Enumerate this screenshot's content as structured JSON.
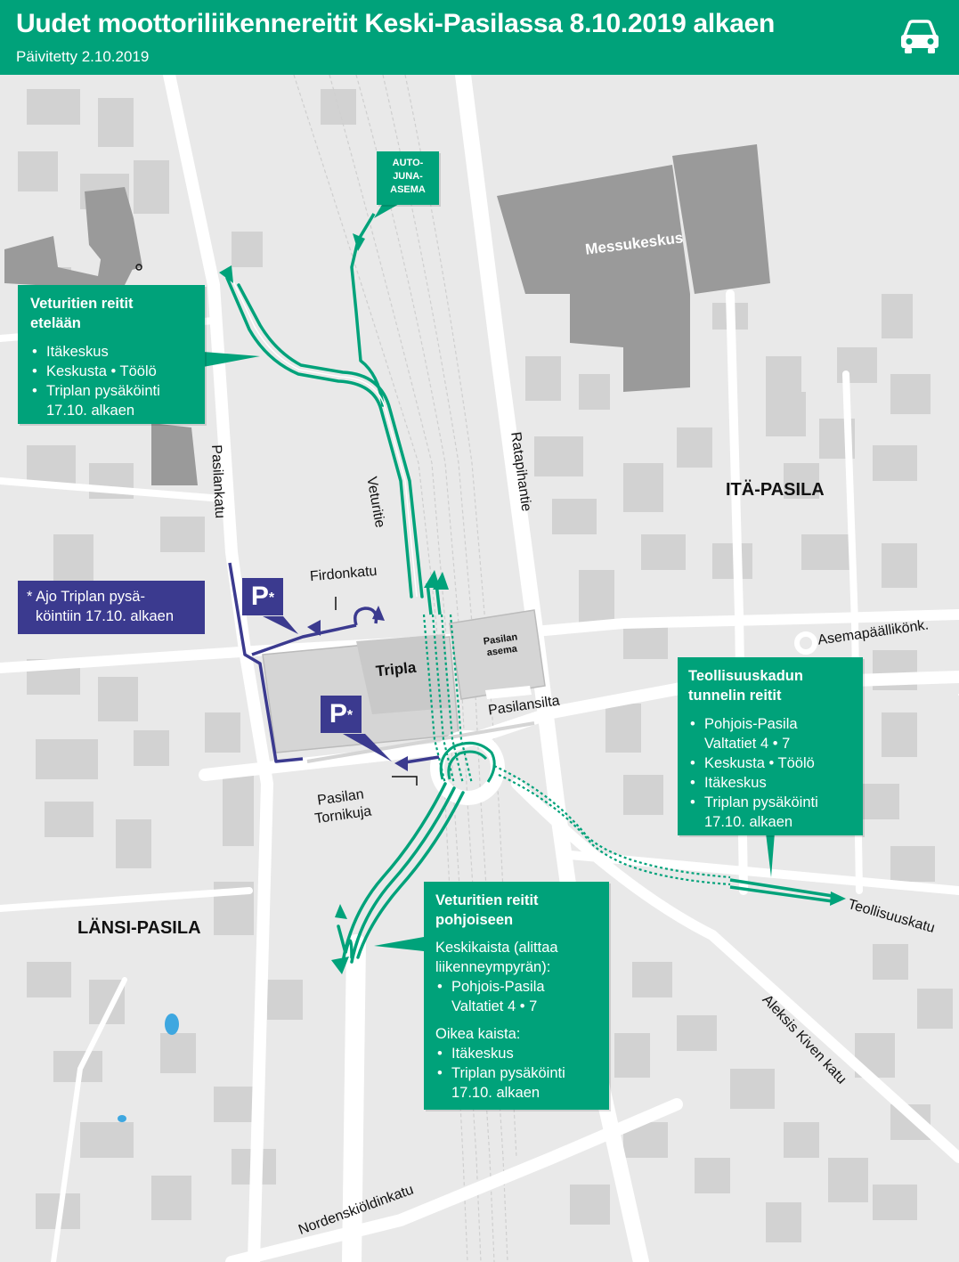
{
  "header": {
    "title": "Uudet moottoriliikennereitit Keski-Pasilassa  8.10.2019 alkaen",
    "updated": "Päivitetty 2.10.2019",
    "icon": "car-icon"
  },
  "places": {
    "messukeskus": "Messukeskus",
    "tripla": "Tripla",
    "pasilan_asema": "Pasilan asema",
    "ita_pasila": "ITÄ-PASILA",
    "lansi_pasila": "LÄNSI-PASILA",
    "autojuna": [
      "AUTO-",
      "JUNA-",
      "ASEMA"
    ]
  },
  "streets": {
    "veturitie": "Veturitie",
    "ratapihantie": "Ratapihantie",
    "pasilankatu": "Pasilankatu",
    "firdonkatu": "Firdonkatu",
    "pasilansilta": "Pasilansilta",
    "pasilan_tornikuja": [
      "Pasilan",
      "Tornikuja"
    ],
    "asemapaallikonk": "Asemapäällikönk.",
    "teollisuuskatu": "Teollisuuskatu",
    "aleksis_kiven_katu": "Aleksis Kiven katu",
    "nordenskioldinkatu": "Nordenskiöldinkatu"
  },
  "boxes": {
    "south": {
      "title": [
        "Veturitien reitit",
        "etelään"
      ],
      "items": [
        "Itäkeskus",
        "Keskusta • Töölö",
        "Triplan pysäköinti 17.10. alkaen"
      ]
    },
    "parking_note": [
      "* Ajo Triplan pysä-",
      "köintiin 17.10. alkaen"
    ],
    "tunnel": {
      "title": [
        "Teollisuuskadun",
        "tunnelin reitit"
      ],
      "items": [
        "Pohjois-Pasila Valtatiet 4 • 7",
        "Keskusta • Töölö",
        "Itäkeskus",
        "Triplan pysäköinti 17.10. alkaen"
      ]
    },
    "north": {
      "title": [
        "Veturitien reitit",
        "pohjoiseen"
      ],
      "middle_lane": [
        "Keskikaista (alittaa",
        "liikenneympyrän):"
      ],
      "middle_items": [
        "Pohjois-Pasila Valtatiet 4 • 7"
      ],
      "right_lane": "Oikea kaista:",
      "right_items": [
        "Itäkeskus",
        "Triplan pysäköinti 17.10. alkaen"
      ]
    }
  },
  "parking": {
    "label": "P",
    "asterisk": "*"
  },
  "colors": {
    "green": "#00a27a",
    "blue": "#3b3a8f",
    "map_bg": "#e9e9e9",
    "building": "#d2d2d2",
    "dark_building": "#9a9a9a",
    "road": "#ffffff"
  }
}
